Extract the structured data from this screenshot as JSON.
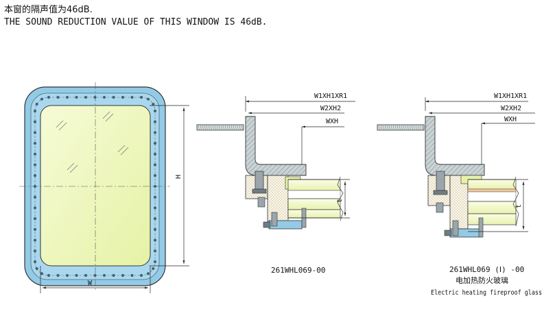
{
  "header": {
    "line_cn": "本窗的隔声值为46dB.",
    "line_en": "THE SOUND REDUCTION VALUE OF THIS WINDOW IS 46dB."
  },
  "window_view": {
    "height_label": "H",
    "width_label": "W"
  },
  "section_a": {
    "dim_labels": [
      "W1XH1XR1",
      "W2XH2",
      "WXH"
    ],
    "thickness_label": "t",
    "caption": "261WHL069-00"
  },
  "section_b": {
    "dim_labels": [
      "W1XH1XR1",
      "W2XH2",
      "WXH"
    ],
    "thickness_label": "t",
    "caption": "261WHL069 (Ⅰ) -00",
    "caption_cn": "电加热防火玻璃",
    "caption_en": "Electric heating fireproof glass"
  },
  "colors": {
    "frame_blue": "#93cbe6",
    "glass_yellow": "#e6f2a6",
    "glass_yellow_light": "#f6fbd6",
    "steel_gray": "#c9d3d6",
    "outline": "#333333"
  }
}
